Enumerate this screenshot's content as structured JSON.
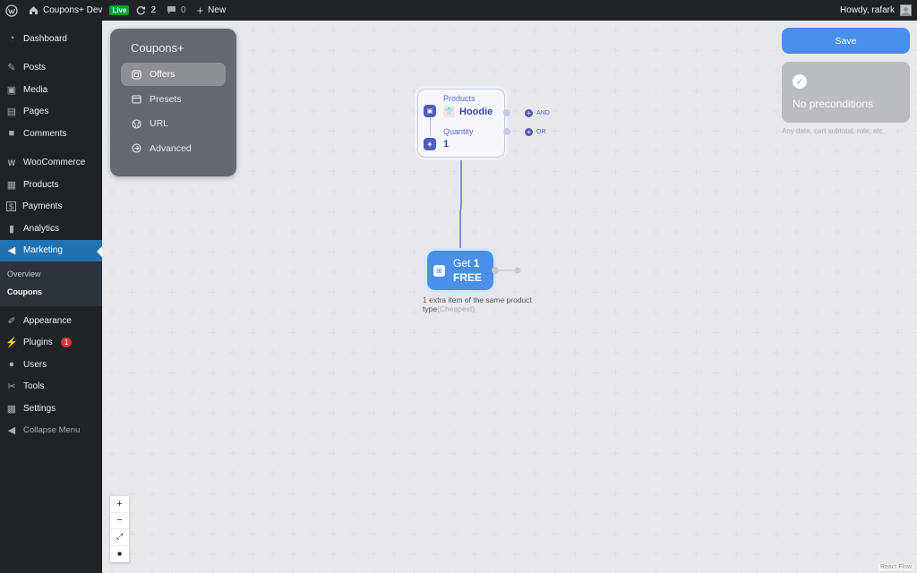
{
  "adminbar": {
    "site_name": "Coupons+ Dev",
    "live_badge": "Live",
    "updates_count": "2",
    "comments_count": "0",
    "new_label": "New",
    "howdy": "Howdy, rafark"
  },
  "sidebar": {
    "items": [
      {
        "label": "Dashboard",
        "icon": "dashboard-icon"
      },
      {
        "label": "Posts",
        "icon": "pin-icon"
      },
      {
        "label": "Media",
        "icon": "media-icon"
      },
      {
        "label": "Pages",
        "icon": "page-icon"
      },
      {
        "label": "Comments",
        "icon": "comment-icon"
      },
      {
        "label": "WooCommerce",
        "icon": "woo-icon"
      },
      {
        "label": "Products",
        "icon": "archive-icon"
      },
      {
        "label": "Payments",
        "icon": "dollar-icon"
      },
      {
        "label": "Analytics",
        "icon": "bar-chart-icon"
      },
      {
        "label": "Marketing",
        "icon": "megaphone-icon"
      },
      {
        "label": "Appearance",
        "icon": "brush-icon"
      },
      {
        "label": "Plugins",
        "icon": "plug-icon",
        "badge": "1"
      },
      {
        "label": "Users",
        "icon": "user-icon"
      },
      {
        "label": "Tools",
        "icon": "wrench-icon"
      },
      {
        "label": "Settings",
        "icon": "settings-icon"
      },
      {
        "label": "Collapse Menu",
        "icon": "collapse-icon"
      }
    ],
    "submenu": [
      "Overview",
      "Coupons"
    ]
  },
  "panel": {
    "title": "Coupons+",
    "items": [
      {
        "label": "Offers",
        "icon": "offers-icon"
      },
      {
        "label": "Presets",
        "icon": "presets-icon"
      },
      {
        "label": "URL",
        "icon": "globe-icon"
      },
      {
        "label": "Advanced",
        "icon": "advanced-icon"
      }
    ]
  },
  "save_label": "Save",
  "preconditions": {
    "title": "No preconditions",
    "hint": "Any date, cart subtotal, role, etc."
  },
  "condition_node": {
    "products_label": "Products",
    "products_value": "Hoodie",
    "quantity_label": "Quantity",
    "quantity_value": "1",
    "and_label": "AND",
    "or_label": "OR"
  },
  "action_node": {
    "get_prefix": "Get",
    "get_count": "1",
    "free_label": "FREE",
    "description": "1 extra item of the same product type",
    "description_muted": "(Cheapest)"
  },
  "zoom": [
    "+",
    "−",
    "⛶",
    "🔒"
  ],
  "attribution": "React Flow",
  "colors": {
    "admin_dark": "#1d2327",
    "wp_blue": "#2271b1",
    "accent_blue": "#4a8fe9",
    "node_indigo": "#4f5bbd",
    "panel_gray": "#646970"
  }
}
